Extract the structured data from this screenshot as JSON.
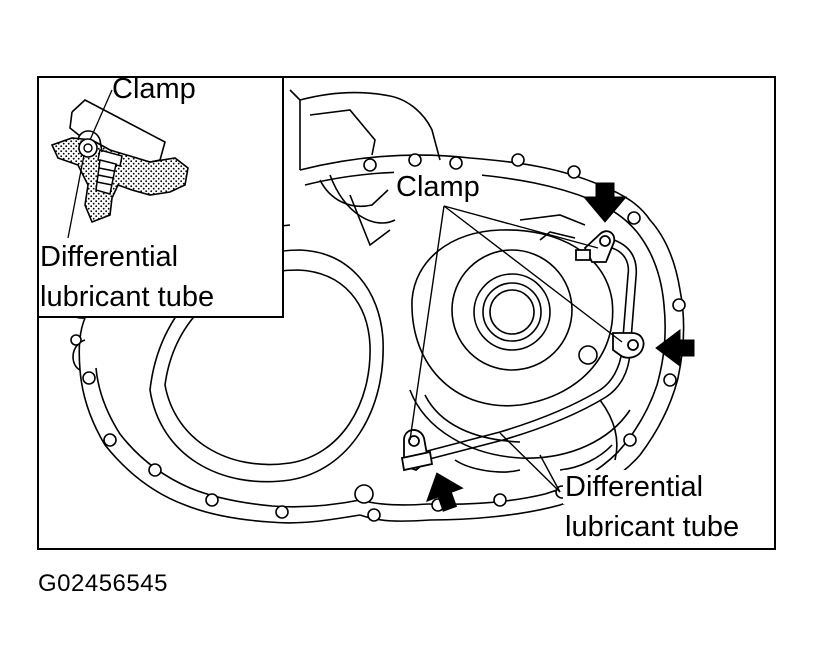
{
  "figure": {
    "inset": {
      "clamp_label": "Clamp",
      "tube_label_line1": "Differential",
      "tube_label_line2": "lubricant  tube"
    },
    "main": {
      "clamp_label": "Clamp",
      "tube_label_line1": "Differential",
      "tube_label_line2": "lubricant  tube"
    },
    "figure_id": "G02456545"
  },
  "colors": {
    "ink": "#000000",
    "paper": "#ffffff"
  }
}
